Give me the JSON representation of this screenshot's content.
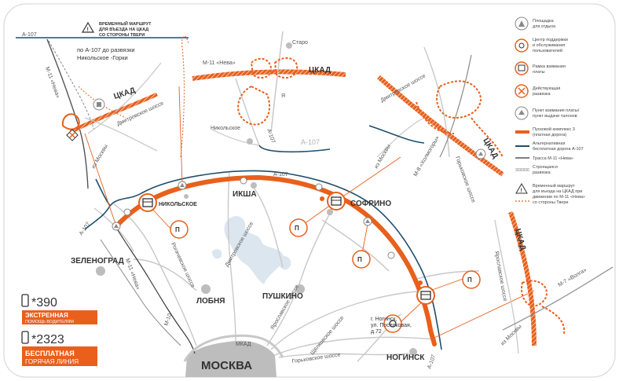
{
  "colors": {
    "accent": "#e8601c",
    "alt_road": "#1f4e6b",
    "road_gray": "#c8c8c8",
    "water": "#dce6ef",
    "city_gray": "#bdbdbd"
  },
  "roads": {
    "a107_top": "А-107",
    "a107_left": "А-107",
    "a107_mid": "А-107",
    "a107_right": "А-107",
    "a107_inset": "А-107",
    "m11_inset": "М-11 «Нева»",
    "m11_main": "М-11 «Нева»",
    "m11_mid": "М-11 «Нева»",
    "m10": "М-10",
    "rogachevskoe": "Рогачевское шоссе",
    "dmitrovskoe": "Дмитровское шоссе",
    "dmitrovskoe_inset": "Дмитровское шоссе",
    "dmitrovskoe_inset2": "Дмитровское шоссе",
    "yaroslavskoe": "Ярославское шоссе",
    "yaroslavskoe_inset": "Ярославское шоссе",
    "yaroslavskoe_inset2": "Ярославское шоссе",
    "schelkovskoe": "Щёлковское шоссе",
    "gorkovskoe": "Горьковское шоссе",
    "gorkovskoe_inset": "Горьковское шоссе",
    "mkad": "МКАД",
    "ckad1": "ЦКАД",
    "ckad2": "ЦКАД",
    "ckad3": "ЦКАД",
    "ckad4": "ЦКАД",
    "m8": "М-8 «Холмогоры»",
    "m7": "М-7 «Волга»",
    "iz_moskvy1": "из Москвы",
    "iz_moskvy2": "из Москвы",
    "iz_moskvy3": "из Москвы",
    "staro": "Старо",
    "nikolskoe_inset": "Никольское"
  },
  "cities": {
    "moskva": "МОСКВА",
    "zelenograd": "ЗЕЛЕНОГРАД",
    "lobnya": "ЛОБНЯ",
    "iksha": "ИКША",
    "nikolskoe": "НИКОЛЬСКОЕ",
    "sofrino": "СОФРИНО",
    "pushkino": "ПУШКИНО",
    "noginsk": "НОГИНСК"
  },
  "notes": {
    "temp_route": [
      "ВРЕМЕННЫЙ МАРШРУТ",
      "ДЛЯ ВЪЕЗДА НА ЦКАД",
      "СО СТОРОНЫ ТВЕРИ"
    ],
    "via_a107": [
      "по А-107 до развязки",
      "Никольское -Горки"
    ],
    "office_address": [
      "г. Ногинск,",
      "ул. Поселковая,",
      "д.72"
    ]
  },
  "hotlines": {
    "emergency_number": "*390",
    "emergency_label1": "ЭКСТРЕННАЯ",
    "emergency_label2": "ПОМОЩЬ ВОДИТЕЛЯМ",
    "free_number": "*2323",
    "free_label1": "БЕСПЛАТНАЯ",
    "free_label2": "ГОРЯЧАЯ ЛИНИЯ"
  },
  "legend": {
    "rest": [
      "Площадка",
      "для отдыха"
    ],
    "support": [
      "Центр поддержки",
      "и обслуживания",
      "пользователей"
    ],
    "toll_frame": [
      "Рамка взимания",
      "платы"
    ],
    "operating_jct": [
      "Действующая",
      "развязка"
    ],
    "toll_point": [
      "Пункт взимания платы/",
      "пункт выдачи талонов"
    ],
    "launch": [
      "Пусковой комплекс 3",
      "(платная дорога)"
    ],
    "alt_free": [
      "Альтернативная",
      "бесплатная дорога А-107"
    ],
    "m11_route": [
      "Трасса М-11 «Нева»"
    ],
    "under_constr": [
      "Строящаяся",
      "развязка"
    ],
    "temp_route": [
      "Временный маршрут",
      "для въезда на ЦКАД при",
      "движении по М-11 «Нева»",
      "со стороны Твери"
    ]
  }
}
